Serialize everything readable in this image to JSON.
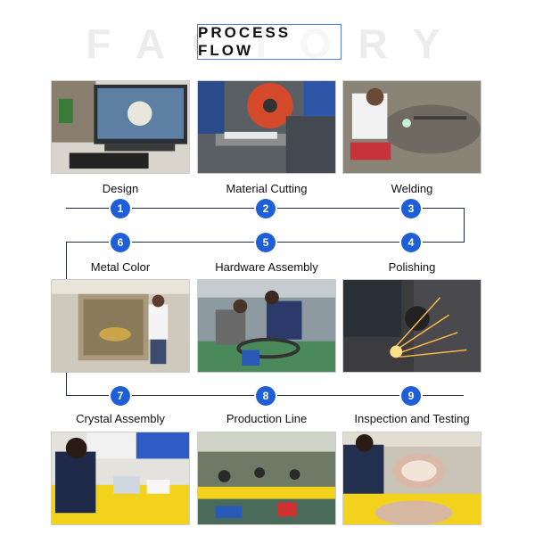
{
  "header": {
    "watermark": "FACTORY",
    "title": "PROCESS FLOW"
  },
  "steps": [
    {
      "number": "1",
      "label": "Design"
    },
    {
      "number": "2",
      "label": "Material Cutting"
    },
    {
      "number": "3",
      "label": "Welding"
    },
    {
      "number": "4",
      "label": "Polishing"
    },
    {
      "number": "5",
      "label": "Hardware Assembly"
    },
    {
      "number": "6",
      "label": "Metal Color"
    },
    {
      "number": "7",
      "label": "Crystal Assembly"
    },
    {
      "number": "8",
      "label": "Production Line"
    },
    {
      "number": "9",
      "label": "Inspection and Testing"
    }
  ],
  "colors": {
    "accent": "#1e5fd8",
    "line": "#1f2a44",
    "title_border": "#4f7fe6"
  }
}
